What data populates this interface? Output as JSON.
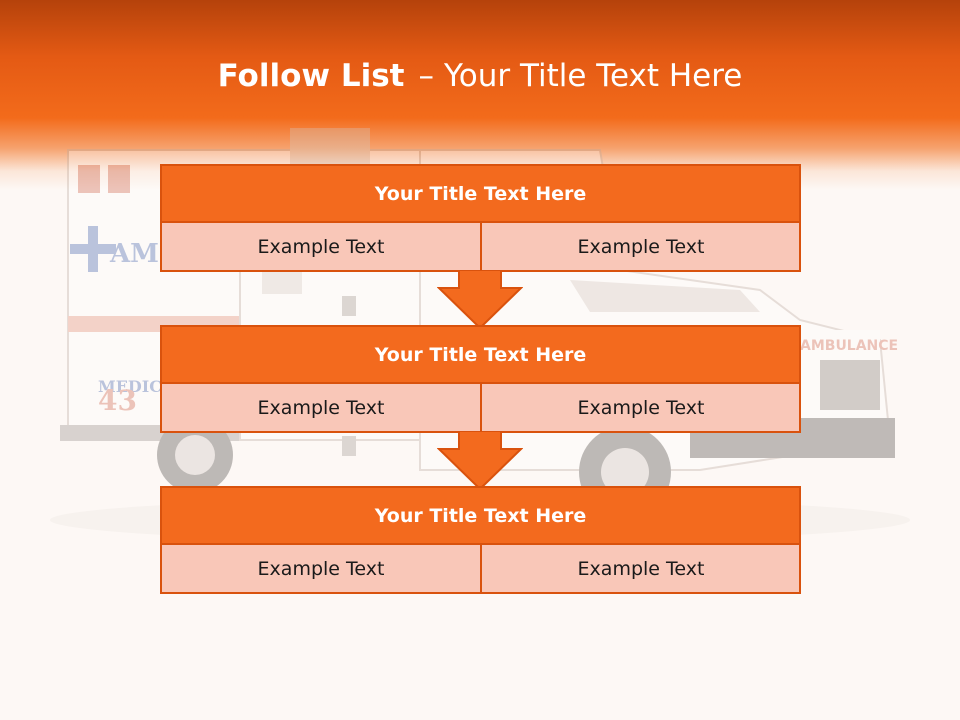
{
  "slide": {
    "title_bold": "Follow List",
    "title_sep": "–",
    "title_rest": "Your Title Text Here"
  },
  "blocks": [
    {
      "title": "Your Title Text Here",
      "left": "Example Text",
      "right": "Example Text"
    },
    {
      "title": "Your Title Text Here",
      "left": "Example Text",
      "right": "Example Text"
    },
    {
      "title": "Your Title Text Here",
      "left": "Example Text",
      "right": "Example Text"
    }
  ],
  "colors": {
    "accent": "#f36a1e",
    "accent_dark": "#d9520d",
    "cell_fill": "#f9c7b8",
    "header_top": "#b5420b"
  }
}
